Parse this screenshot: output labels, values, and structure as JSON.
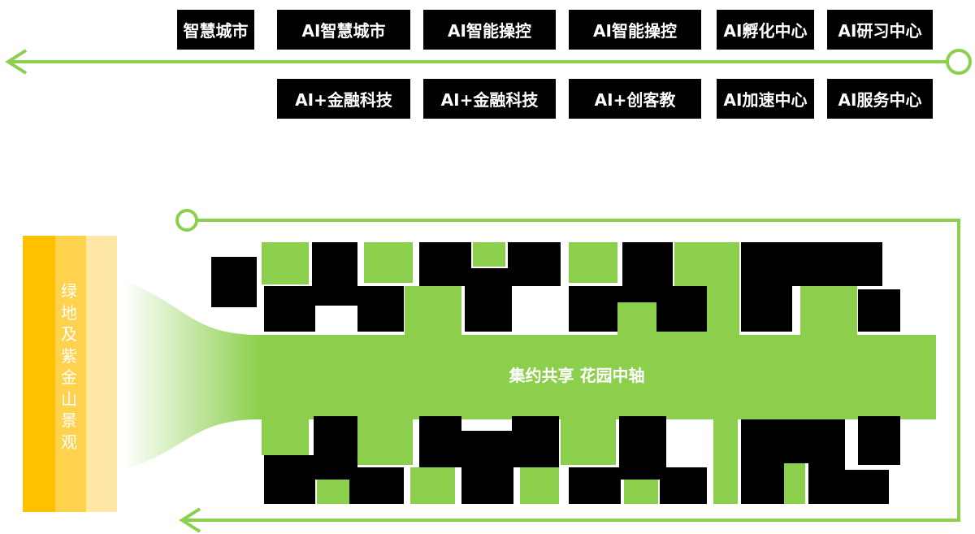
{
  "tags_top": [
    "智慧城市",
    "AI智慧城市",
    "AI智能操控",
    "AI智能操控",
    "AI孵化中心",
    "AI研习中心"
  ],
  "tags_bottom": [
    "AI+金融科技",
    "AI+金融科技",
    "AI+创客教",
    "AI加速中心",
    "AI服务中心"
  ],
  "landscape_label": "绿地及紫金山景观",
  "axis_label": "集约共享 花园中轴",
  "colors": {
    "green": "#8ccf4d",
    "black": "#000000",
    "tag_bg": "#000000",
    "orange_dark": "#ffc000",
    "orange_mid": "#ffd24d",
    "orange_light": "#ffe8a6"
  }
}
